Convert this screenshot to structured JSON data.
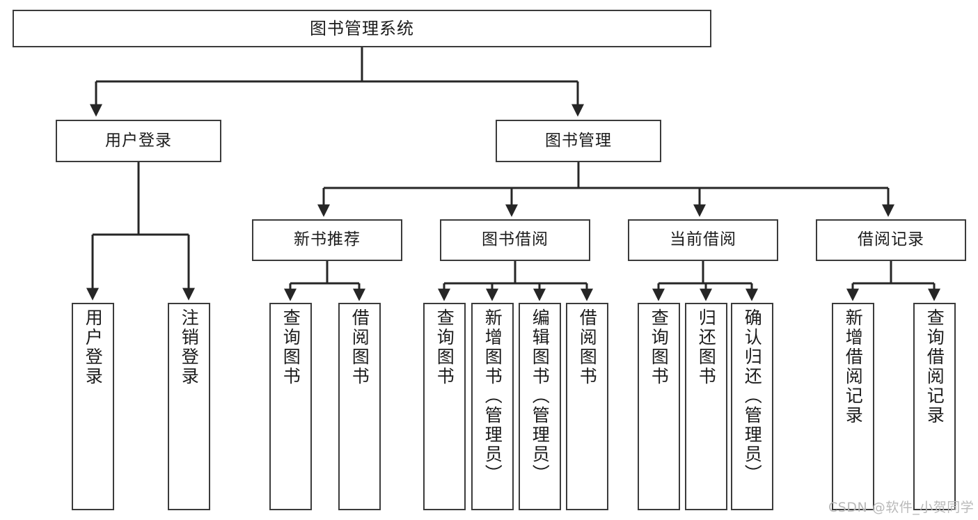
{
  "diagram": {
    "type": "tree",
    "title": "图书管理系统",
    "root": {
      "id": "root",
      "label": "图书管理系统"
    },
    "level1": [
      {
        "id": "user-login",
        "label": "用户登录"
      },
      {
        "id": "book-manage",
        "label": "图书管理"
      }
    ],
    "level2": [
      {
        "id": "new-book-rec",
        "label": "新书推荐",
        "parent": "book-manage"
      },
      {
        "id": "book-borrow",
        "label": "图书借阅",
        "parent": "book-manage"
      },
      {
        "id": "current-borrow",
        "label": "当前借阅",
        "parent": "book-manage"
      },
      {
        "id": "borrow-record",
        "label": "借阅记录",
        "parent": "book-manage"
      }
    ],
    "leaves": [
      {
        "id": "leaf-user-login",
        "label": "用户登录",
        "parent": "user-login"
      },
      {
        "id": "leaf-user-logout",
        "label": "注销登录",
        "parent": "user-login"
      },
      {
        "id": "leaf-query-book-1",
        "label": "查询图书",
        "parent": "new-book-rec"
      },
      {
        "id": "leaf-borrow-book-1",
        "label": "借阅图书",
        "parent": "new-book-rec"
      },
      {
        "id": "leaf-query-book-2",
        "label": "查询图书",
        "parent": "book-borrow"
      },
      {
        "id": "leaf-add-book",
        "label": "新增图书（管理员）",
        "parent": "book-borrow"
      },
      {
        "id": "leaf-edit-book",
        "label": "编辑图书（管理员）",
        "parent": "book-borrow"
      },
      {
        "id": "leaf-borrow-book-2",
        "label": "借阅图书",
        "parent": "book-borrow"
      },
      {
        "id": "leaf-query-book-3",
        "label": "查询图书",
        "parent": "current-borrow"
      },
      {
        "id": "leaf-return-book",
        "label": "归还图书",
        "parent": "current-borrow"
      },
      {
        "id": "leaf-confirm-return",
        "label": "确认归还（管理员）",
        "parent": "current-borrow"
      },
      {
        "id": "leaf-add-record",
        "label": "新增借阅记录",
        "parent": "borrow-record"
      },
      {
        "id": "leaf-query-record",
        "label": "查询借阅记录",
        "parent": "borrow-record"
      }
    ],
    "colors": {
      "background": "#ffffff",
      "box_border": "#3b3b3b",
      "box_fill": "#ffffff",
      "connector": "#262626",
      "text": "#1b1b1b",
      "watermark": "#b9b9b9"
    }
  },
  "watermark": {
    "text": "CSDN @软件_小贺同学"
  }
}
